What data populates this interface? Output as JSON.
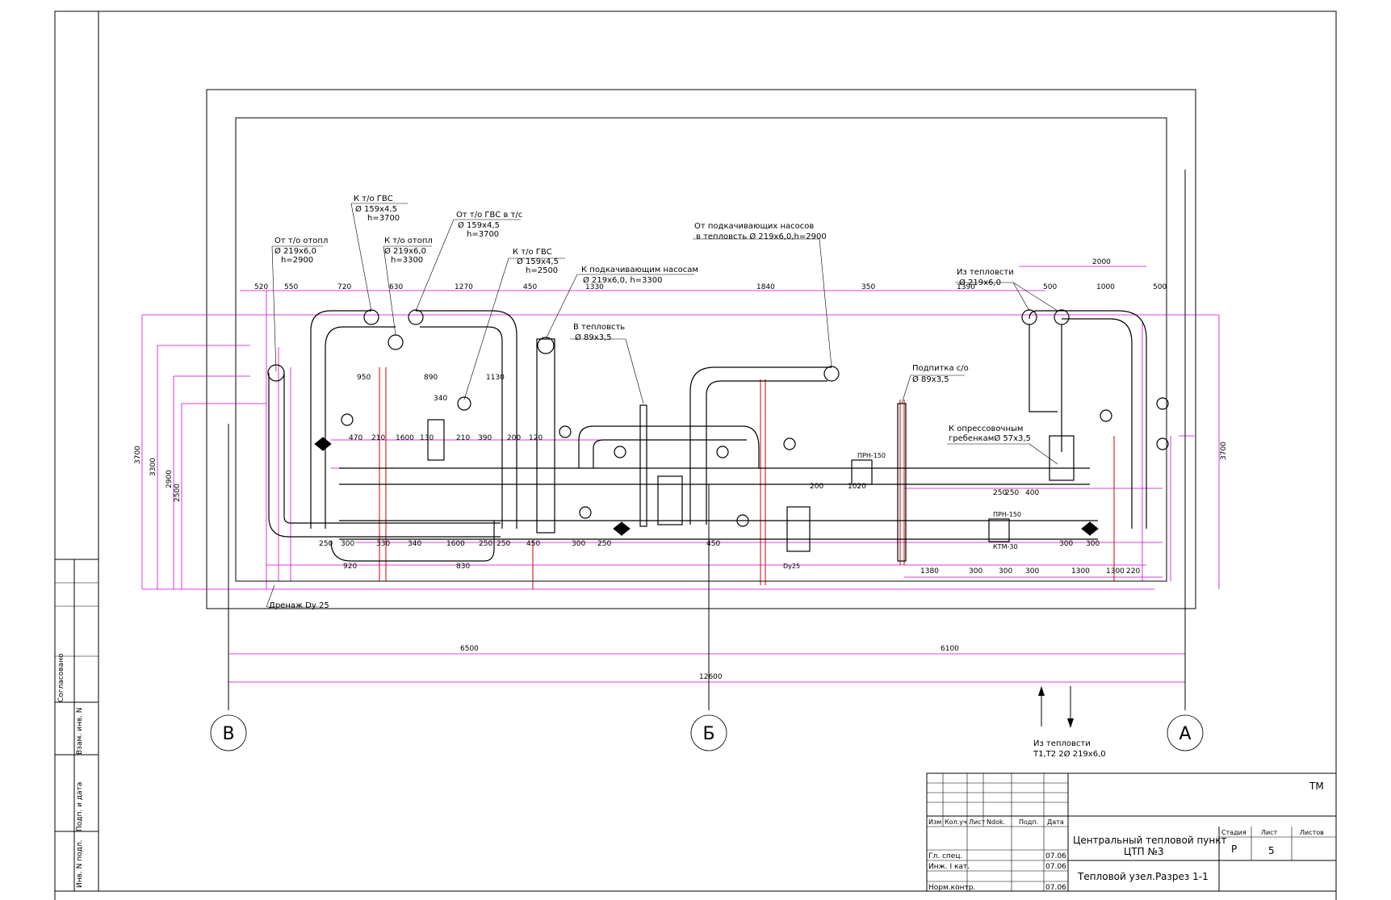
{
  "labels": {
    "ot_to_otopl": "От т/о отопл",
    "ot_to_otopl_size": "Ø 219х6,0",
    "ot_to_otopl_h": "h=2900",
    "k_to_gvs_1": "К т/о ГВС",
    "k_to_gvs_1_size": "Ø 159х4,5",
    "k_to_gvs_1_h": "h=3700",
    "k_to_otopl": "К т/о отопл",
    "k_to_otopl_size": "Ø 219х6,0",
    "k_to_otopl_h": "h=3300",
    "ot_to_gvs": "От т/о ГВС в т/с",
    "ot_to_gvs_size": "Ø 159х4,5",
    "ot_to_gvs_h": "h=3700",
    "k_to_gvs_2": "К т/о ГВС",
    "k_to_gvs_2_size": "Ø 159х4,5",
    "k_to_gvs_2_h": "h=2500",
    "k_podkach": "К подкачивающим насосам",
    "k_podkach_size": "Ø 219х6,0, h=3300",
    "v_teploset": "В тепловсть",
    "v_teploset_size": "Ø 89х3,5",
    "ot_podkach_1": "От подкачивающих насосов",
    "ot_podkach_2": "в тепловсть Ø 219х6,0,h=2900",
    "podpitka": "Подпитка с/о",
    "podpitka_size": "Ø 89х3,5",
    "iz_teploseti": "Из тепловсти",
    "iz_teploseti_size": "Ø 219х6,0",
    "k_opress_1": "К опрессовочным",
    "k_opress_2": "гребенкамØ 57х3,5",
    "drenazh": "Дренаж Dy 25",
    "bottom_iz_1": "Из тепловсти",
    "bottom_iz_2": "Т1,Т2 2Ø 219х6,0",
    "prn_1": "ПРН-150",
    "prn_2": "ПРН-150",
    "ktm": "КТМ-30",
    "dy25": "Dy25"
  },
  "axes": [
    "В",
    "Б",
    "А"
  ],
  "dims": {
    "top": [
      "520",
      "550",
      "720",
      "630",
      "1270",
      "450",
      "1330",
      "1840",
      "350",
      "1390",
      "500",
      "1000",
      "500"
    ],
    "top_right_overall": "2000",
    "left_vert": [
      "3700",
      "3300",
      "2900",
      "2500"
    ],
    "right_vert": "3700",
    "bottom_half_left": "6500",
    "bottom_half_right": "6100",
    "bottom_total": "12600",
    "row_mid": [
      "950",
      "890",
      "1130",
      "340",
      "470",
      "210",
      "1600",
      "130",
      "210",
      "390",
      "200",
      "120",
      "250"
    ],
    "row_low": [
      "250",
      "300",
      "330",
      "340",
      "1600",
      "250",
      "250",
      "450",
      "300",
      "250",
      "450",
      "200",
      "1020",
      "250",
      "400",
      "300",
      "300",
      "1300",
      "220"
    ],
    "row_bottom": [
      "920",
      "830",
      "1380",
      "300",
      "300",
      "300",
      "1300"
    ]
  },
  "side_labels": [
    "Согласовано",
    "Взам. инв. N",
    "Подп. и дата",
    "Инв. N подл."
  ],
  "title_block": {
    "code": "ТМ",
    "headers": [
      "Изм",
      "Кол.уч",
      "Лист",
      "Ndok.",
      "Подп.",
      "Дата"
    ],
    "rows": [
      {
        "role": "Гл. спец.",
        "date": "07.06"
      },
      {
        "role": "Инж. I кат.",
        "date": "07.06"
      },
      {
        "role": "",
        "date": ""
      },
      {
        "role": "Норм.контр.",
        "date": "07.06"
      }
    ],
    "project_line1": "Центральный тепловой пункт",
    "project_line2": "ЦТП №3",
    "sheet_title": "Тепловой узел.Разрез 1-1",
    "stage_label": "Стадия",
    "sheet_label": "Лист",
    "sheets_label": "Листов",
    "stage": "Р",
    "sheet": "5",
    "sheets": ""
  },
  "colors": {
    "dimension": "#d000d0",
    "wall": "#d00000",
    "line": "#000000"
  }
}
